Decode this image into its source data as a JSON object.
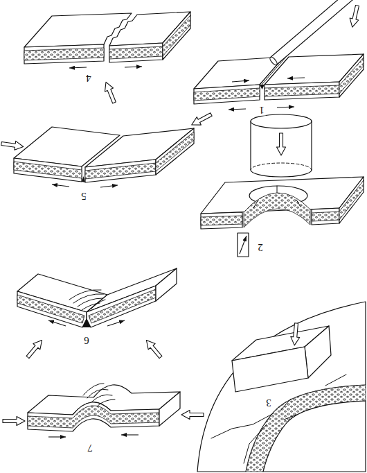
{
  "diagram": {
    "labels": [
      "4",
      "1",
      "5",
      "2",
      "6",
      "3",
      "7"
    ]
  }
}
